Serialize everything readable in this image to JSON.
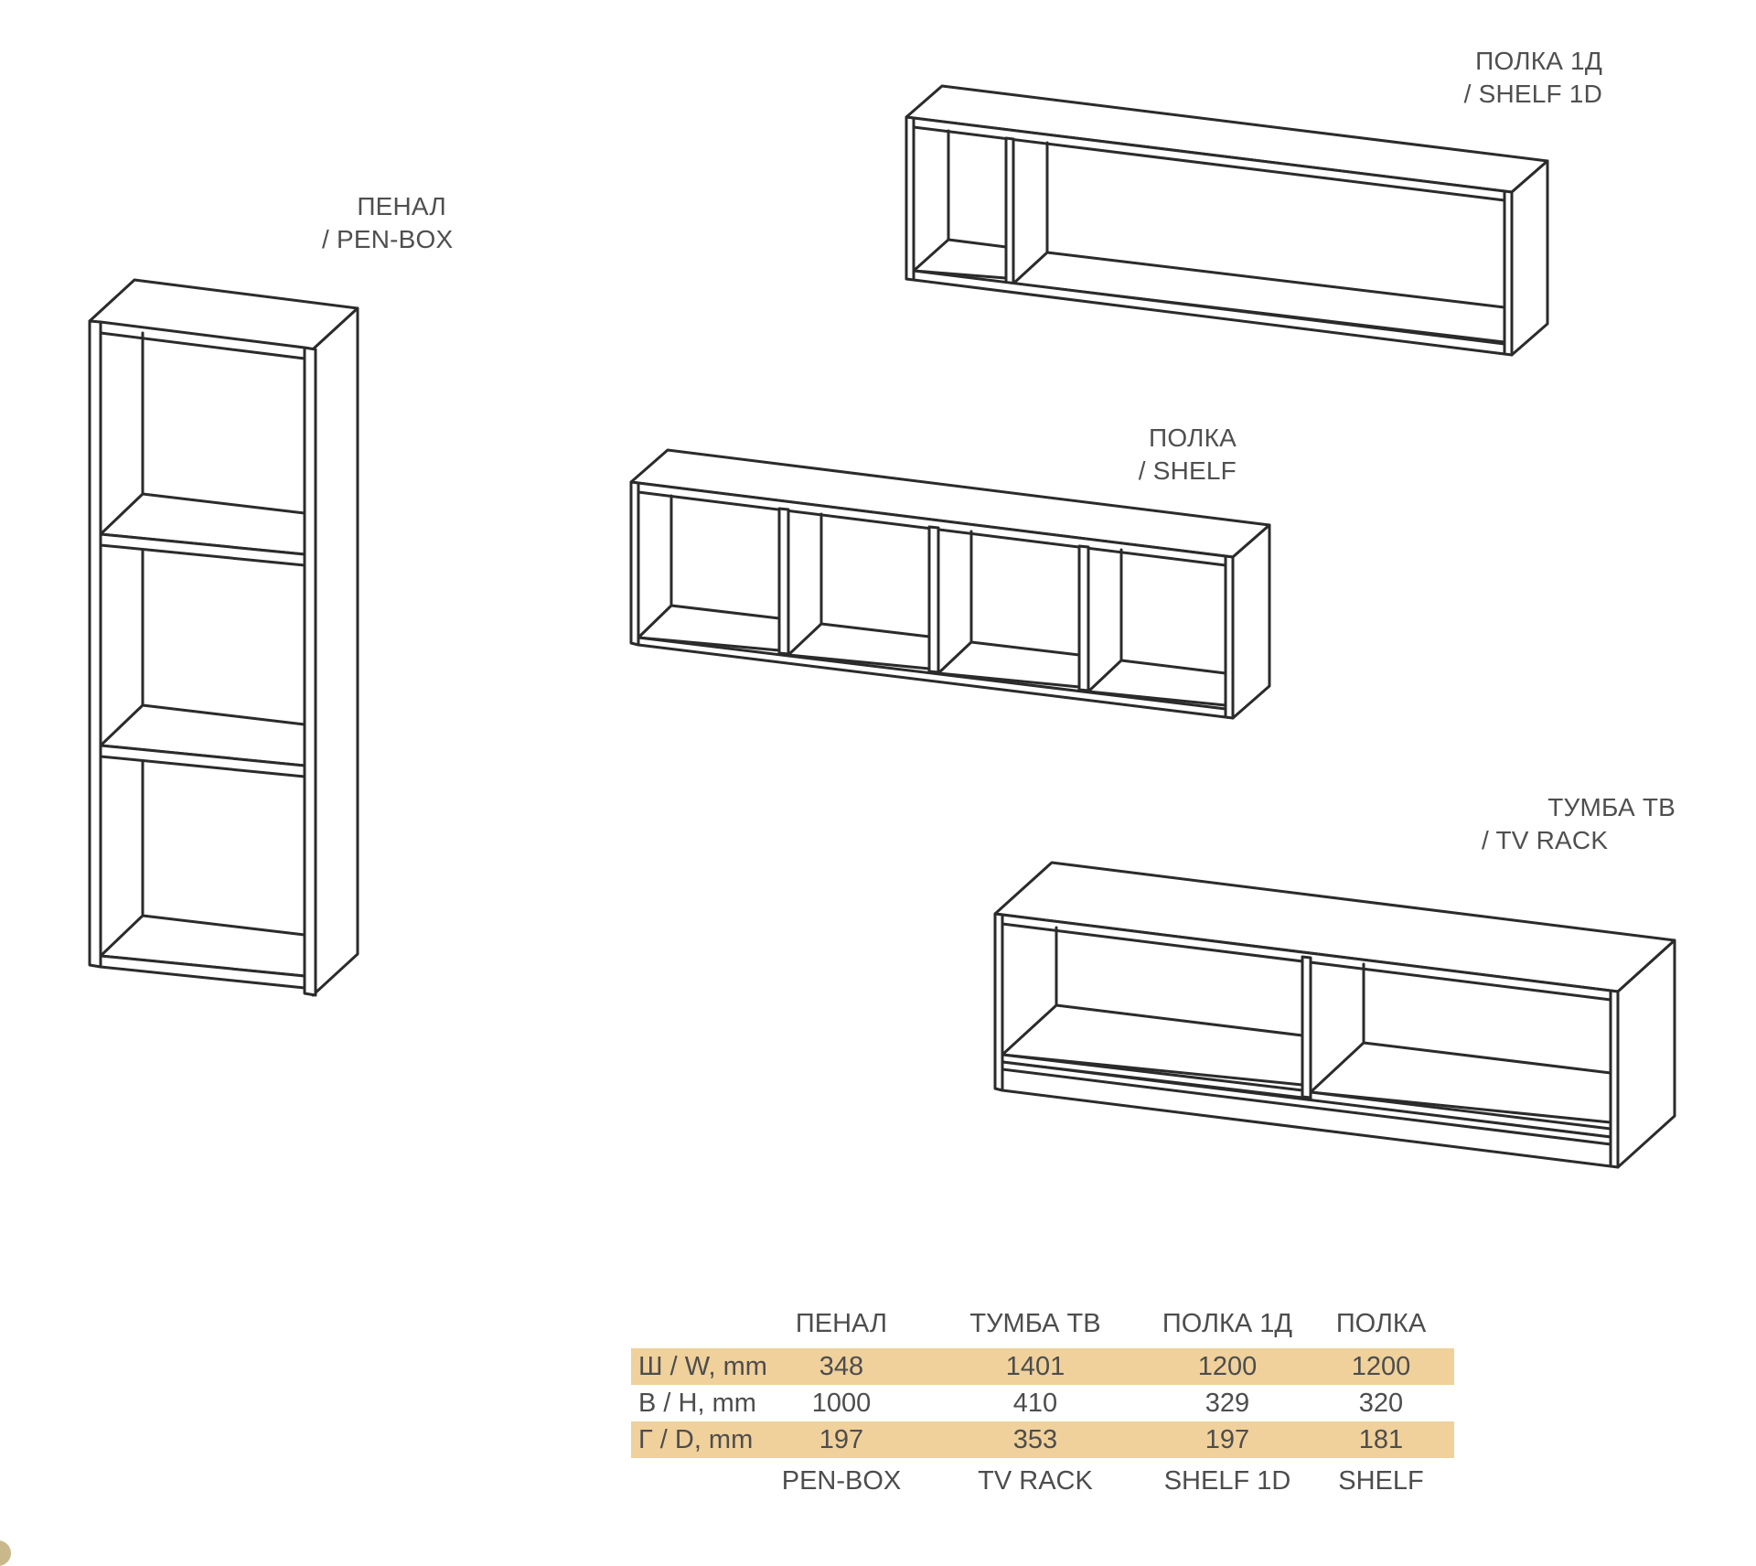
{
  "products": {
    "penal": {
      "title_ru": "ПЕНАЛ",
      "title_en": "/ PEN-BOX"
    },
    "shelf_1d": {
      "title_ru": "ПОЛКА 1Д",
      "title_en": "/ SHELF 1D"
    },
    "shelf": {
      "title_ru": "ПОЛКА",
      "title_en": "/ SHELF"
    },
    "tv_rack": {
      "title_ru": "ТУМБА ТВ",
      "title_en": "/ TV RACK"
    }
  },
  "spec_table": {
    "header": [
      "ПЕНАЛ",
      "ТУМБА ТВ",
      "ПОЛКА 1Д",
      "ПОЛКА"
    ],
    "rows": [
      {
        "label": "Ш / W, mm",
        "values": [
          "348",
          "1401",
          "1200",
          "1200"
        ]
      },
      {
        "label": "В / H, mm",
        "values": [
          "1000",
          "410",
          "329",
          "320"
        ]
      },
      {
        "label": "Г / D, mm",
        "values": [
          "197",
          "353",
          "197",
          "181"
        ]
      }
    ],
    "footer": [
      "PEN-BOX",
      "TV RACK",
      "SHELF 1D",
      "SHELF"
    ]
  },
  "colors": {
    "highlight_row": "#f0d19c",
    "line": "#2b2b2b",
    "text": "#4d4d4d"
  }
}
